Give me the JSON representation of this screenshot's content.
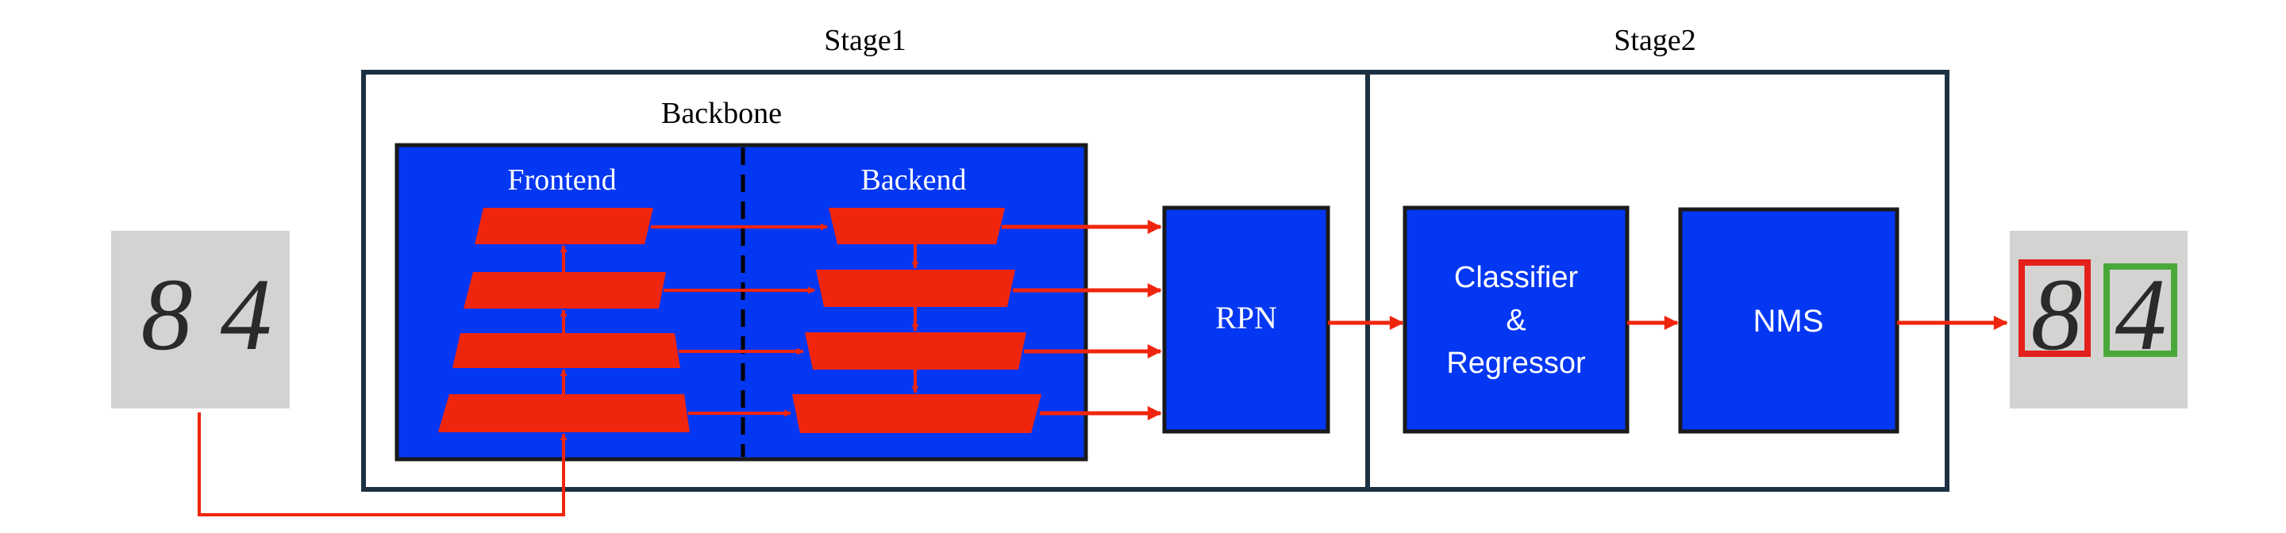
{
  "stage1": {
    "label": "Stage1"
  },
  "stage2": {
    "label": "Stage2"
  },
  "backbone": {
    "label": "Backbone",
    "frontend_label": "Frontend",
    "backend_label": "Backend"
  },
  "rpn": {
    "label": "RPN"
  },
  "classifier": {
    "line1": "Classifier",
    "line2": "&",
    "line3": "Regressor"
  },
  "nms": {
    "label": "NMS"
  },
  "input_image": {
    "digits": [
      "8",
      "4"
    ]
  },
  "output_image": {
    "digits": [
      "8",
      "4"
    ],
    "box_colors": [
      "#e3201b",
      "#4aa83a"
    ]
  },
  "colors": {
    "block_blue": "#0437f2",
    "arrow_red": "#f0250d",
    "frame_dark": "#1c3142",
    "photo_grey": "#d3d4d1"
  }
}
